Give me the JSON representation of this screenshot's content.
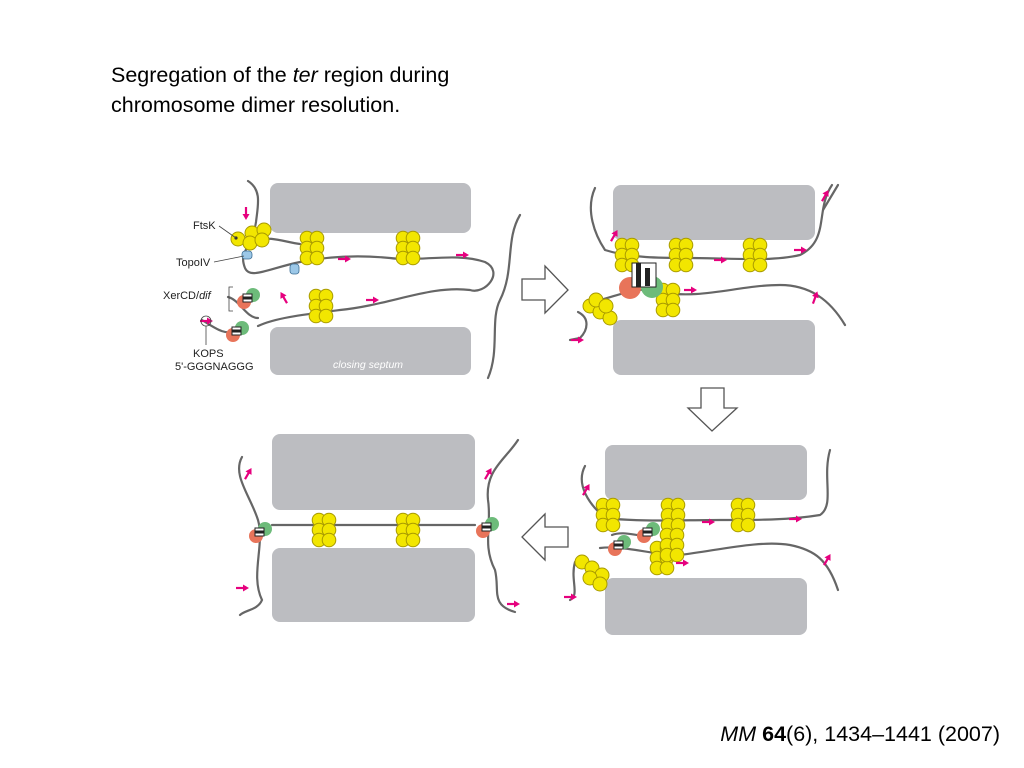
{
  "title": {
    "line1_before": "Segregation of the ",
    "line1_italic": "ter",
    "line1_after": " region during",
    "line2": "chromosome dimer resolution."
  },
  "labels": {
    "ftsk": "FtsK",
    "topoiv": "TopoIV",
    "xercd": "XerCD/",
    "dif": "dif",
    "kops": "KOPS",
    "kops_seq": "5'-GGGNAGGG",
    "closing_septum": "closing septum"
  },
  "citation": {
    "journal": "MM",
    "volume": "64",
    "rest": "(6), 1434–1441 (2007)"
  },
  "colors": {
    "septum": "#bcbdc1",
    "dna": "#666666",
    "ftsk": "#f2e600",
    "ftsk_stroke": "#a89a00",
    "kops_arrow": "#e6007e",
    "topoiv": "#9cc8e8",
    "xerc": "#e8745a",
    "xerd": "#6dbb7a"
  }
}
